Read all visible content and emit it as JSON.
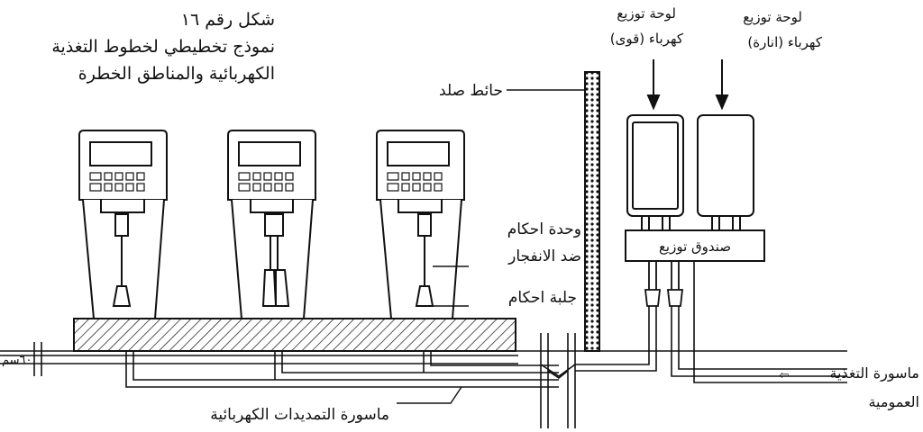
{
  "figure": {
    "title_line1": "شكل رقم ١٦",
    "title_line2": "نموذج تخطيطي لخطوط التغذية",
    "title_line3": "الكهربائية والمناطق الخطرة"
  },
  "labels": {
    "panel_power_line1": "لوحة توزيع",
    "panel_power_line2": "كهرباء (قوى)",
    "panel_lighting_line1": "لوحة توزيع",
    "panel_lighting_line2": "كهرباء (انارة)",
    "solid_wall": "حائط صلد",
    "explosion_unit_line1": "وحدة احكام",
    "explosion_unit_line2": "ضد الانفجار",
    "sealing_gland": "جلبة احكام",
    "distribution_box": "صندوق توزيع",
    "depth": "٦٠سم",
    "conduit": "ماسورة التمديدات الكهربائية",
    "supply_line1": "ماسورة التغذية",
    "supply_line2": "العمومية",
    "supply_arrow": "⇦"
  },
  "colors": {
    "ink": "#111111",
    "paper": "#ffffff"
  }
}
